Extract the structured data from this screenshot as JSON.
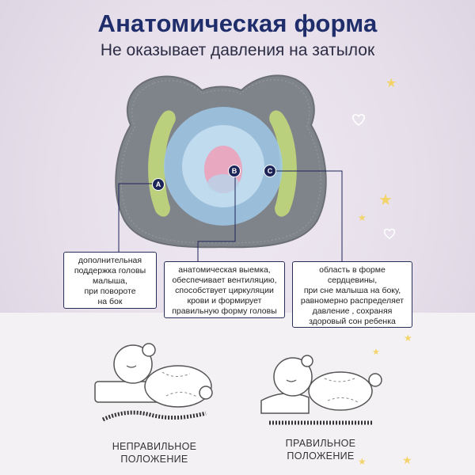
{
  "header": {
    "title": "Анатомическая форма",
    "subtitle": "Не оказывает давления на затылок"
  },
  "markers": {
    "a": "A",
    "b": "B",
    "c": "C"
  },
  "callouts": {
    "left": [
      "дополнительная",
      "поддержка головы",
      "малыша,",
      "при повороте",
      "на бок"
    ],
    "center": [
      "анатомическая выемка,",
      "обеспечивает вентиляцию,",
      "способствует циркуляции",
      "крови и формирует",
      "правильную форму головы"
    ],
    "right": [
      "область в форме",
      "сердцевины,",
      "при сне малыша на боку,",
      "равномерно распределяет",
      "давление , сохраняя",
      "здоровый сон ребенка"
    ]
  },
  "positions": {
    "wrong": [
      "НЕПРАВИЛЬНОЕ",
      "ПОЛОЖЕНИЕ"
    ],
    "right": [
      "ПРАВИЛЬНОЕ",
      "ПОЛОЖЕНИЕ"
    ]
  },
  "colors": {
    "title": "#1f2d6b",
    "pillow": "#7f838a",
    "zone_a": "#c2d87a",
    "zone_b": "#e7a8c0",
    "zone_c": "#9fc9e8",
    "marker": "#1d2458"
  }
}
